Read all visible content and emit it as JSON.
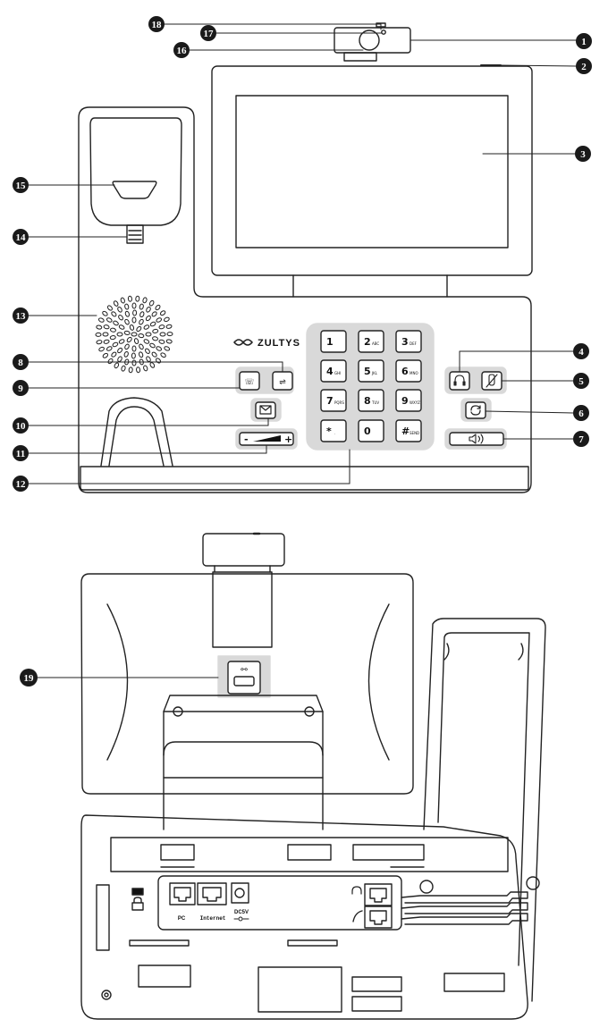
{
  "brand": {
    "logo_text": "ZULTYS"
  },
  "keypad": [
    {
      "main": "1",
      "sub": ""
    },
    {
      "main": "2",
      "sub": "ABC"
    },
    {
      "main": "3",
      "sub": "DEF"
    },
    {
      "main": "4",
      "sub": "GHI"
    },
    {
      "main": "5",
      "sub": "JKL"
    },
    {
      "main": "6",
      "sub": "MNO"
    },
    {
      "main": "7",
      "sub": "PQRS"
    },
    {
      "main": "8",
      "sub": "TUV"
    },
    {
      "main": "9",
      "sub": "WXYZ"
    },
    {
      "main": "*",
      "sub": "."
    },
    {
      "main": "0",
      "sub": ""
    },
    {
      "main": "#",
      "sub": "SEND"
    }
  ],
  "volume": {
    "minus": "-",
    "plus": "+"
  },
  "ports": {
    "pc": "PC",
    "internet": "Internet",
    "dc": "DC5V"
  },
  "callouts": [
    "1",
    "2",
    "3",
    "4",
    "5",
    "6",
    "7",
    "8",
    "9",
    "10",
    "11",
    "12",
    "13",
    "14",
    "15",
    "16",
    "17",
    "18",
    "19"
  ],
  "icons": {
    "headset": "headset-icon",
    "mute": "mute-icon",
    "redial": "redial-icon",
    "speaker": "speakerphone-icon",
    "hold": "hold-icon",
    "transfer": "transfer-icon",
    "message": "message-icon",
    "usb": "usb-icon",
    "lock": "security-slot-icon"
  }
}
